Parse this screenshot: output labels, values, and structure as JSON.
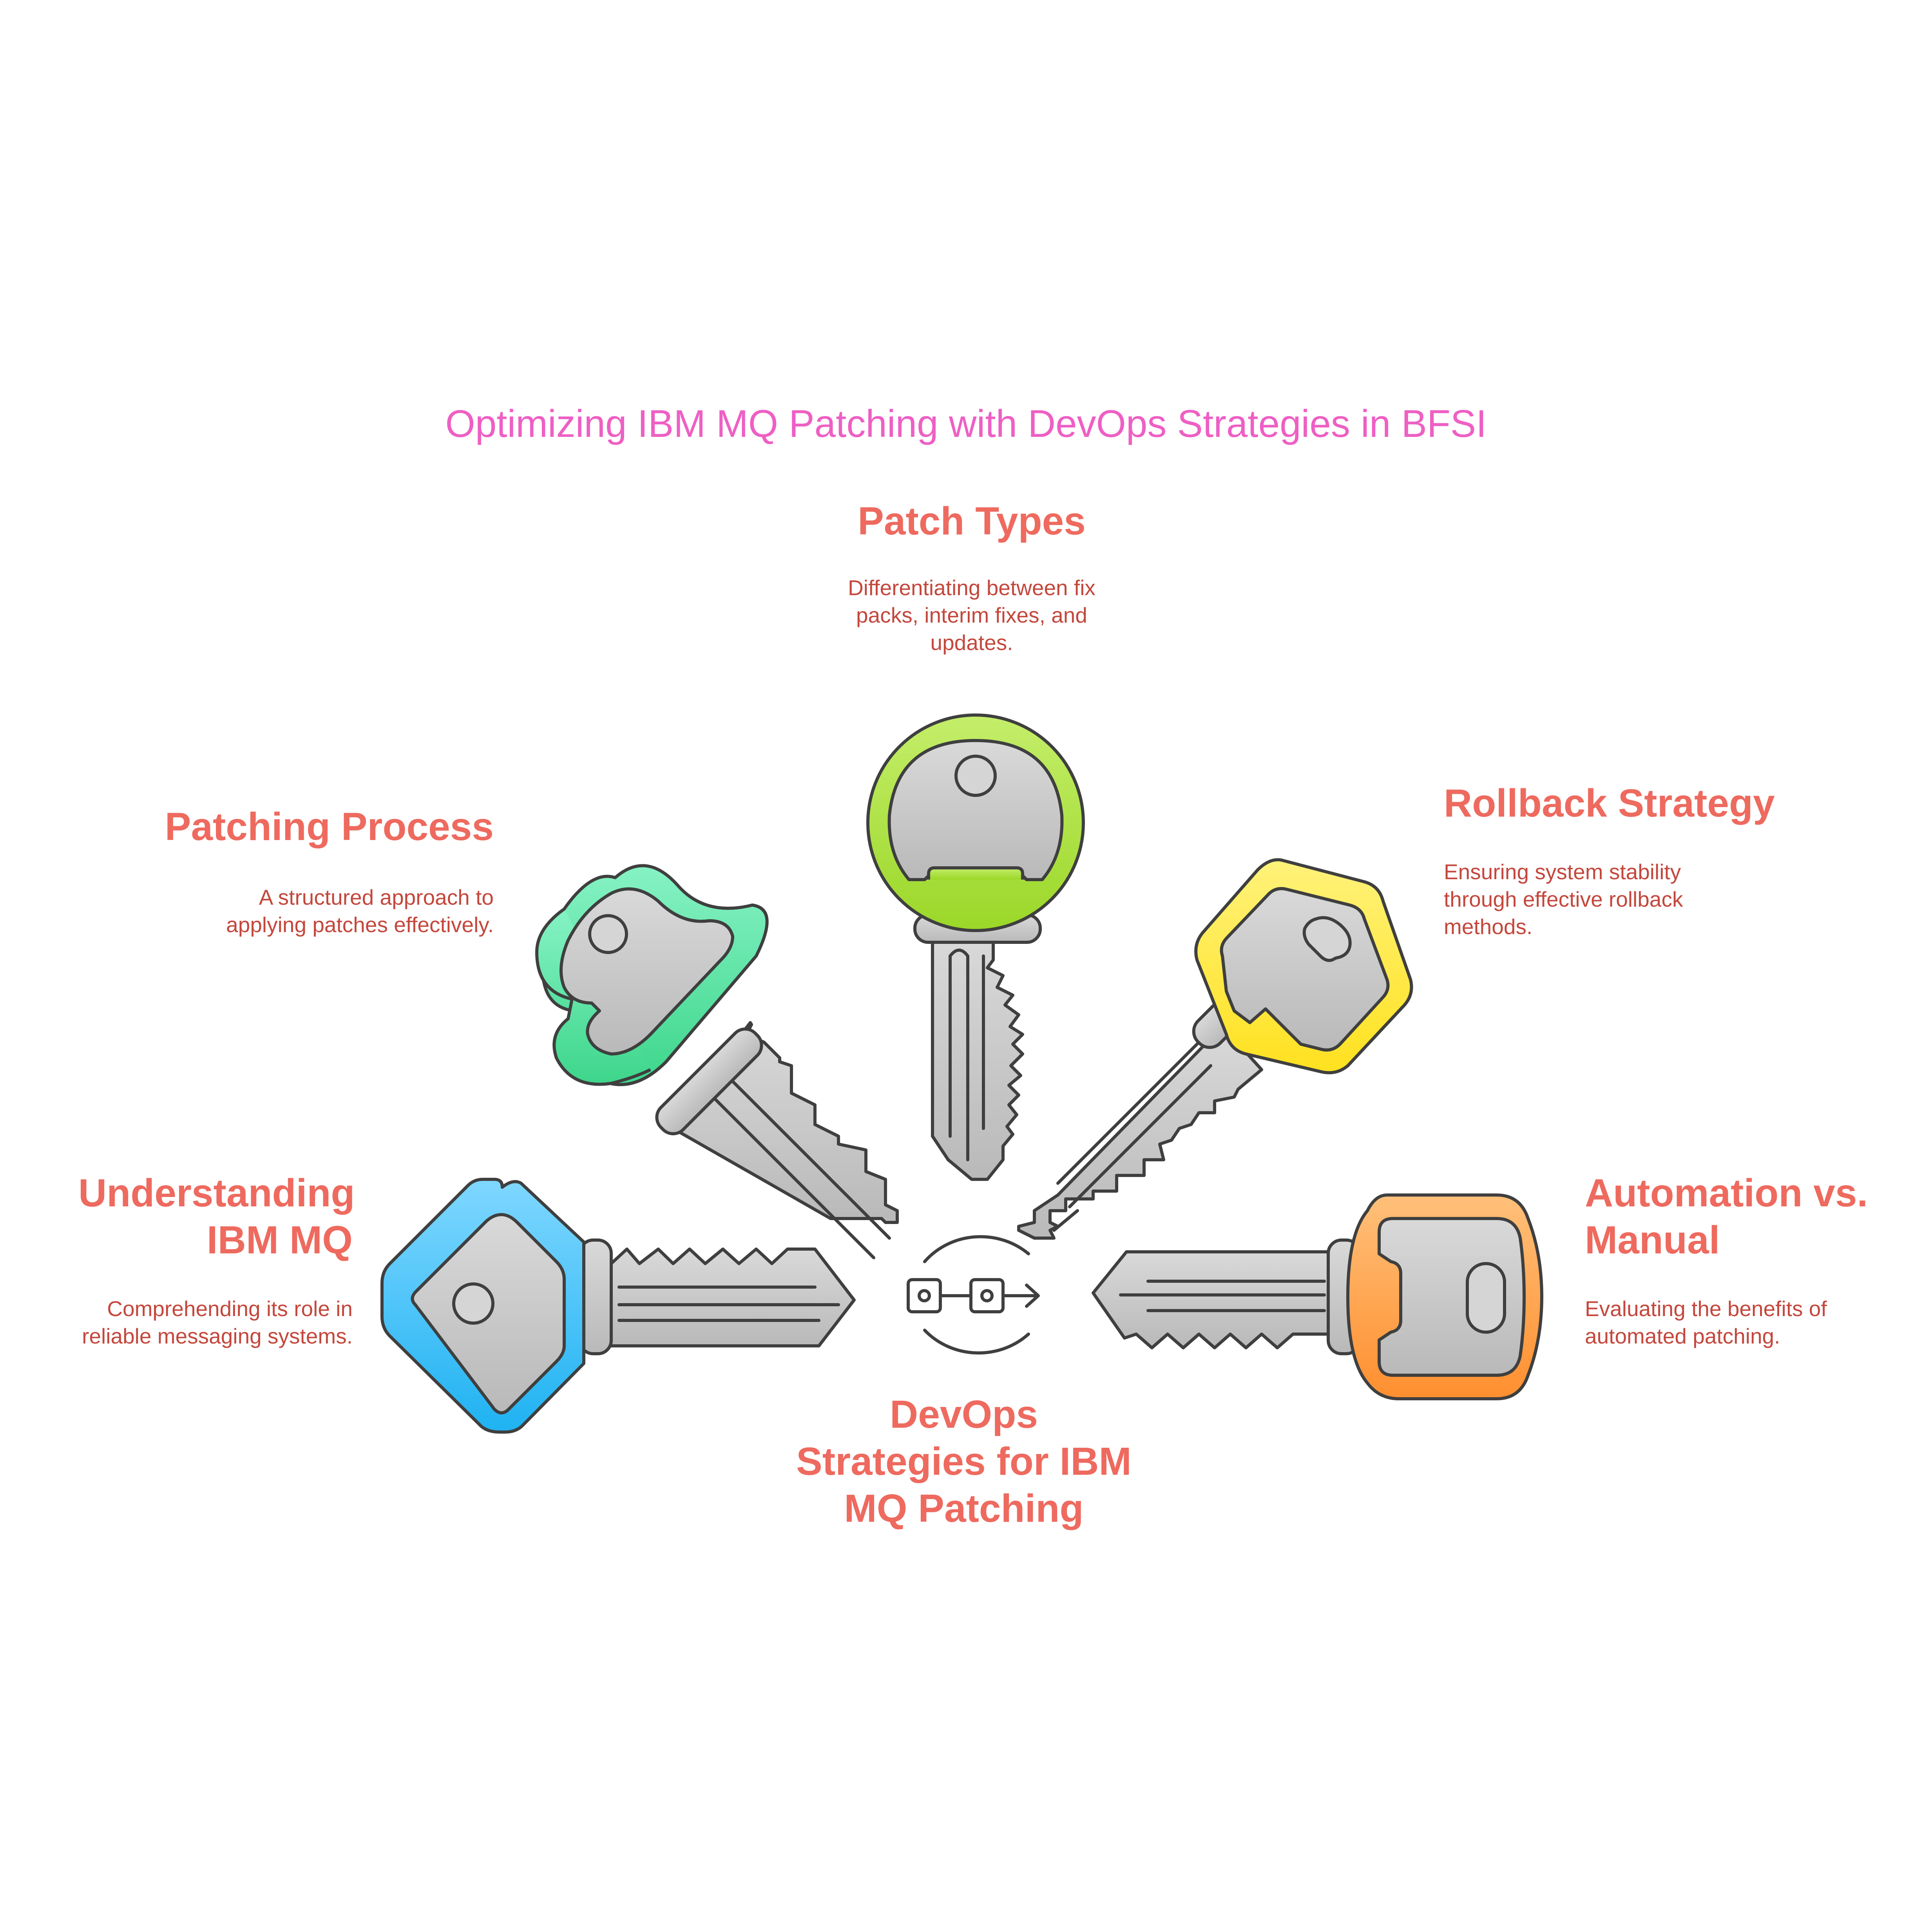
{
  "title": "Optimizing IBM MQ Patching with DevOps Strategies in BFSI",
  "center": {
    "label": "DevOps Strategies for IBM MQ Patching",
    "icon": "pipeline-icon"
  },
  "items": [
    {
      "heading": "Understanding IBM MQ",
      "description": "Comprehending its role in reliable messaging systems.",
      "color": "#29b6f6",
      "icon": "blue-key-icon"
    },
    {
      "heading": "Patching Process",
      "description": "A structured approach to applying patches effectively.",
      "color": "#4cd695",
      "icon": "green-key-icon"
    },
    {
      "heading": "Patch Types",
      "description": "Differentiating between fix packs, interim fixes, and updates.",
      "color": "#a6dc2c",
      "icon": "lime-key-icon"
    },
    {
      "heading": "Rollback Strategy",
      "description": "Ensuring system stability through effective rollback methods.",
      "color": "#ffe135",
      "icon": "yellow-key-icon"
    },
    {
      "heading": "Automation vs. Manual",
      "description": "Evaluating the benefits of automated patching.",
      "color": "#ff9d45",
      "icon": "orange-key-icon"
    }
  ]
}
